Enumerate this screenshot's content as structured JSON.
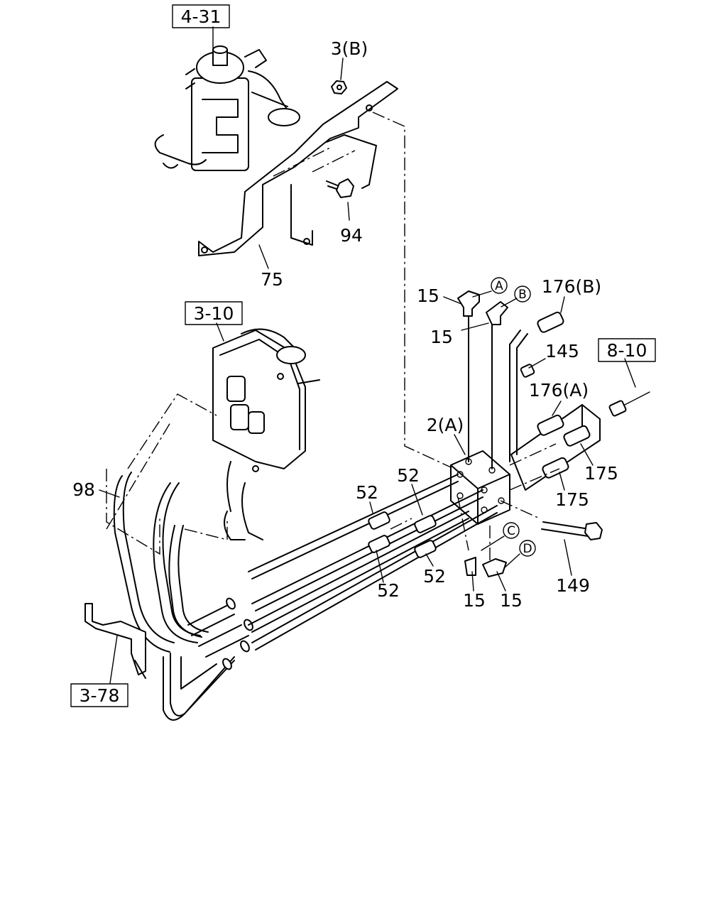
{
  "references": [
    {
      "id": "ref-4-31",
      "text": "4-31"
    },
    {
      "id": "ref-3-10",
      "text": "3-10"
    },
    {
      "id": "ref-8-10",
      "text": "8-10"
    },
    {
      "id": "ref-3-78",
      "text": "3-78"
    }
  ],
  "callouts": [
    {
      "id": "c-3b",
      "text": "3(B)"
    },
    {
      "id": "c-94",
      "text": "94"
    },
    {
      "id": "c-75",
      "text": "75"
    },
    {
      "id": "c-15a",
      "text": "15"
    },
    {
      "id": "c-15b",
      "text": "15"
    },
    {
      "id": "c-176b",
      "text": "176(B)"
    },
    {
      "id": "c-145",
      "text": "145"
    },
    {
      "id": "c-176a",
      "text": "176(A)"
    },
    {
      "id": "c-2a",
      "text": "2(A)"
    },
    {
      "id": "c-175a",
      "text": "175"
    },
    {
      "id": "c-175b",
      "text": "175"
    },
    {
      "id": "c-98",
      "text": "98"
    },
    {
      "id": "c-52a",
      "text": "52"
    },
    {
      "id": "c-52b",
      "text": "52"
    },
    {
      "id": "c-52c",
      "text": "52"
    },
    {
      "id": "c-52d",
      "text": "52"
    },
    {
      "id": "c-15c",
      "text": "15"
    },
    {
      "id": "c-15d",
      "text": "15"
    },
    {
      "id": "c-149",
      "text": "149"
    }
  ],
  "circle_letters": [
    {
      "id": "circ-a",
      "text": "A"
    },
    {
      "id": "circ-b",
      "text": "B"
    },
    {
      "id": "circ-c",
      "text": "C"
    },
    {
      "id": "circ-d",
      "text": "D"
    }
  ]
}
